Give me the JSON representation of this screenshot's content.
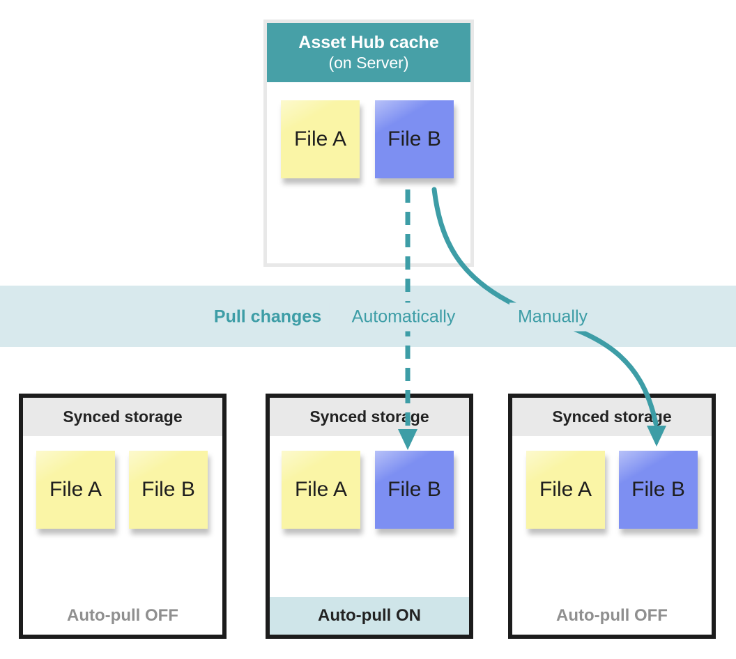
{
  "colors": {
    "teal_header": "#47A0A7",
    "teal_accent": "#3D9DA6",
    "band_bg": "#D8E9ED",
    "on_band_bg": "#CFE5E9",
    "sticky_yellow": "#FAF5A6",
    "sticky_blue": "#7D8FF2",
    "storage_header_bg": "#E9E9E9",
    "storage_border": "#1C1C1C",
    "server_border": "#E8E8E8",
    "off_text": "#8F8F8F"
  },
  "server_box": {
    "title": "Asset Hub cache",
    "subtitle": "(on Server)",
    "files": [
      {
        "label": "File A",
        "color": "yellow"
      },
      {
        "label": "File B",
        "color": "blue"
      }
    ]
  },
  "band": {
    "title": "Pull changes",
    "automatic_label": "Automatically",
    "manual_label": "Manually"
  },
  "arrows": [
    {
      "name": "automatic-pull-arrow",
      "style": "dashed"
    },
    {
      "name": "manual-pull-arrow",
      "style": "solid"
    }
  ],
  "storages": [
    {
      "title": "Synced storage",
      "files": [
        {
          "label": "File A",
          "color": "yellow"
        },
        {
          "label": "File B",
          "color": "yellow"
        }
      ],
      "footer": "Auto-pull OFF",
      "footer_state": "off"
    },
    {
      "title": "Synced storage",
      "files": [
        {
          "label": "File A",
          "color": "yellow"
        },
        {
          "label": "File B",
          "color": "blue"
        }
      ],
      "footer": "Auto-pull ON",
      "footer_state": "on"
    },
    {
      "title": "Synced storage",
      "files": [
        {
          "label": "File A",
          "color": "yellow"
        },
        {
          "label": "File B",
          "color": "blue"
        }
      ],
      "footer": "Auto-pull OFF",
      "footer_state": "off"
    }
  ]
}
